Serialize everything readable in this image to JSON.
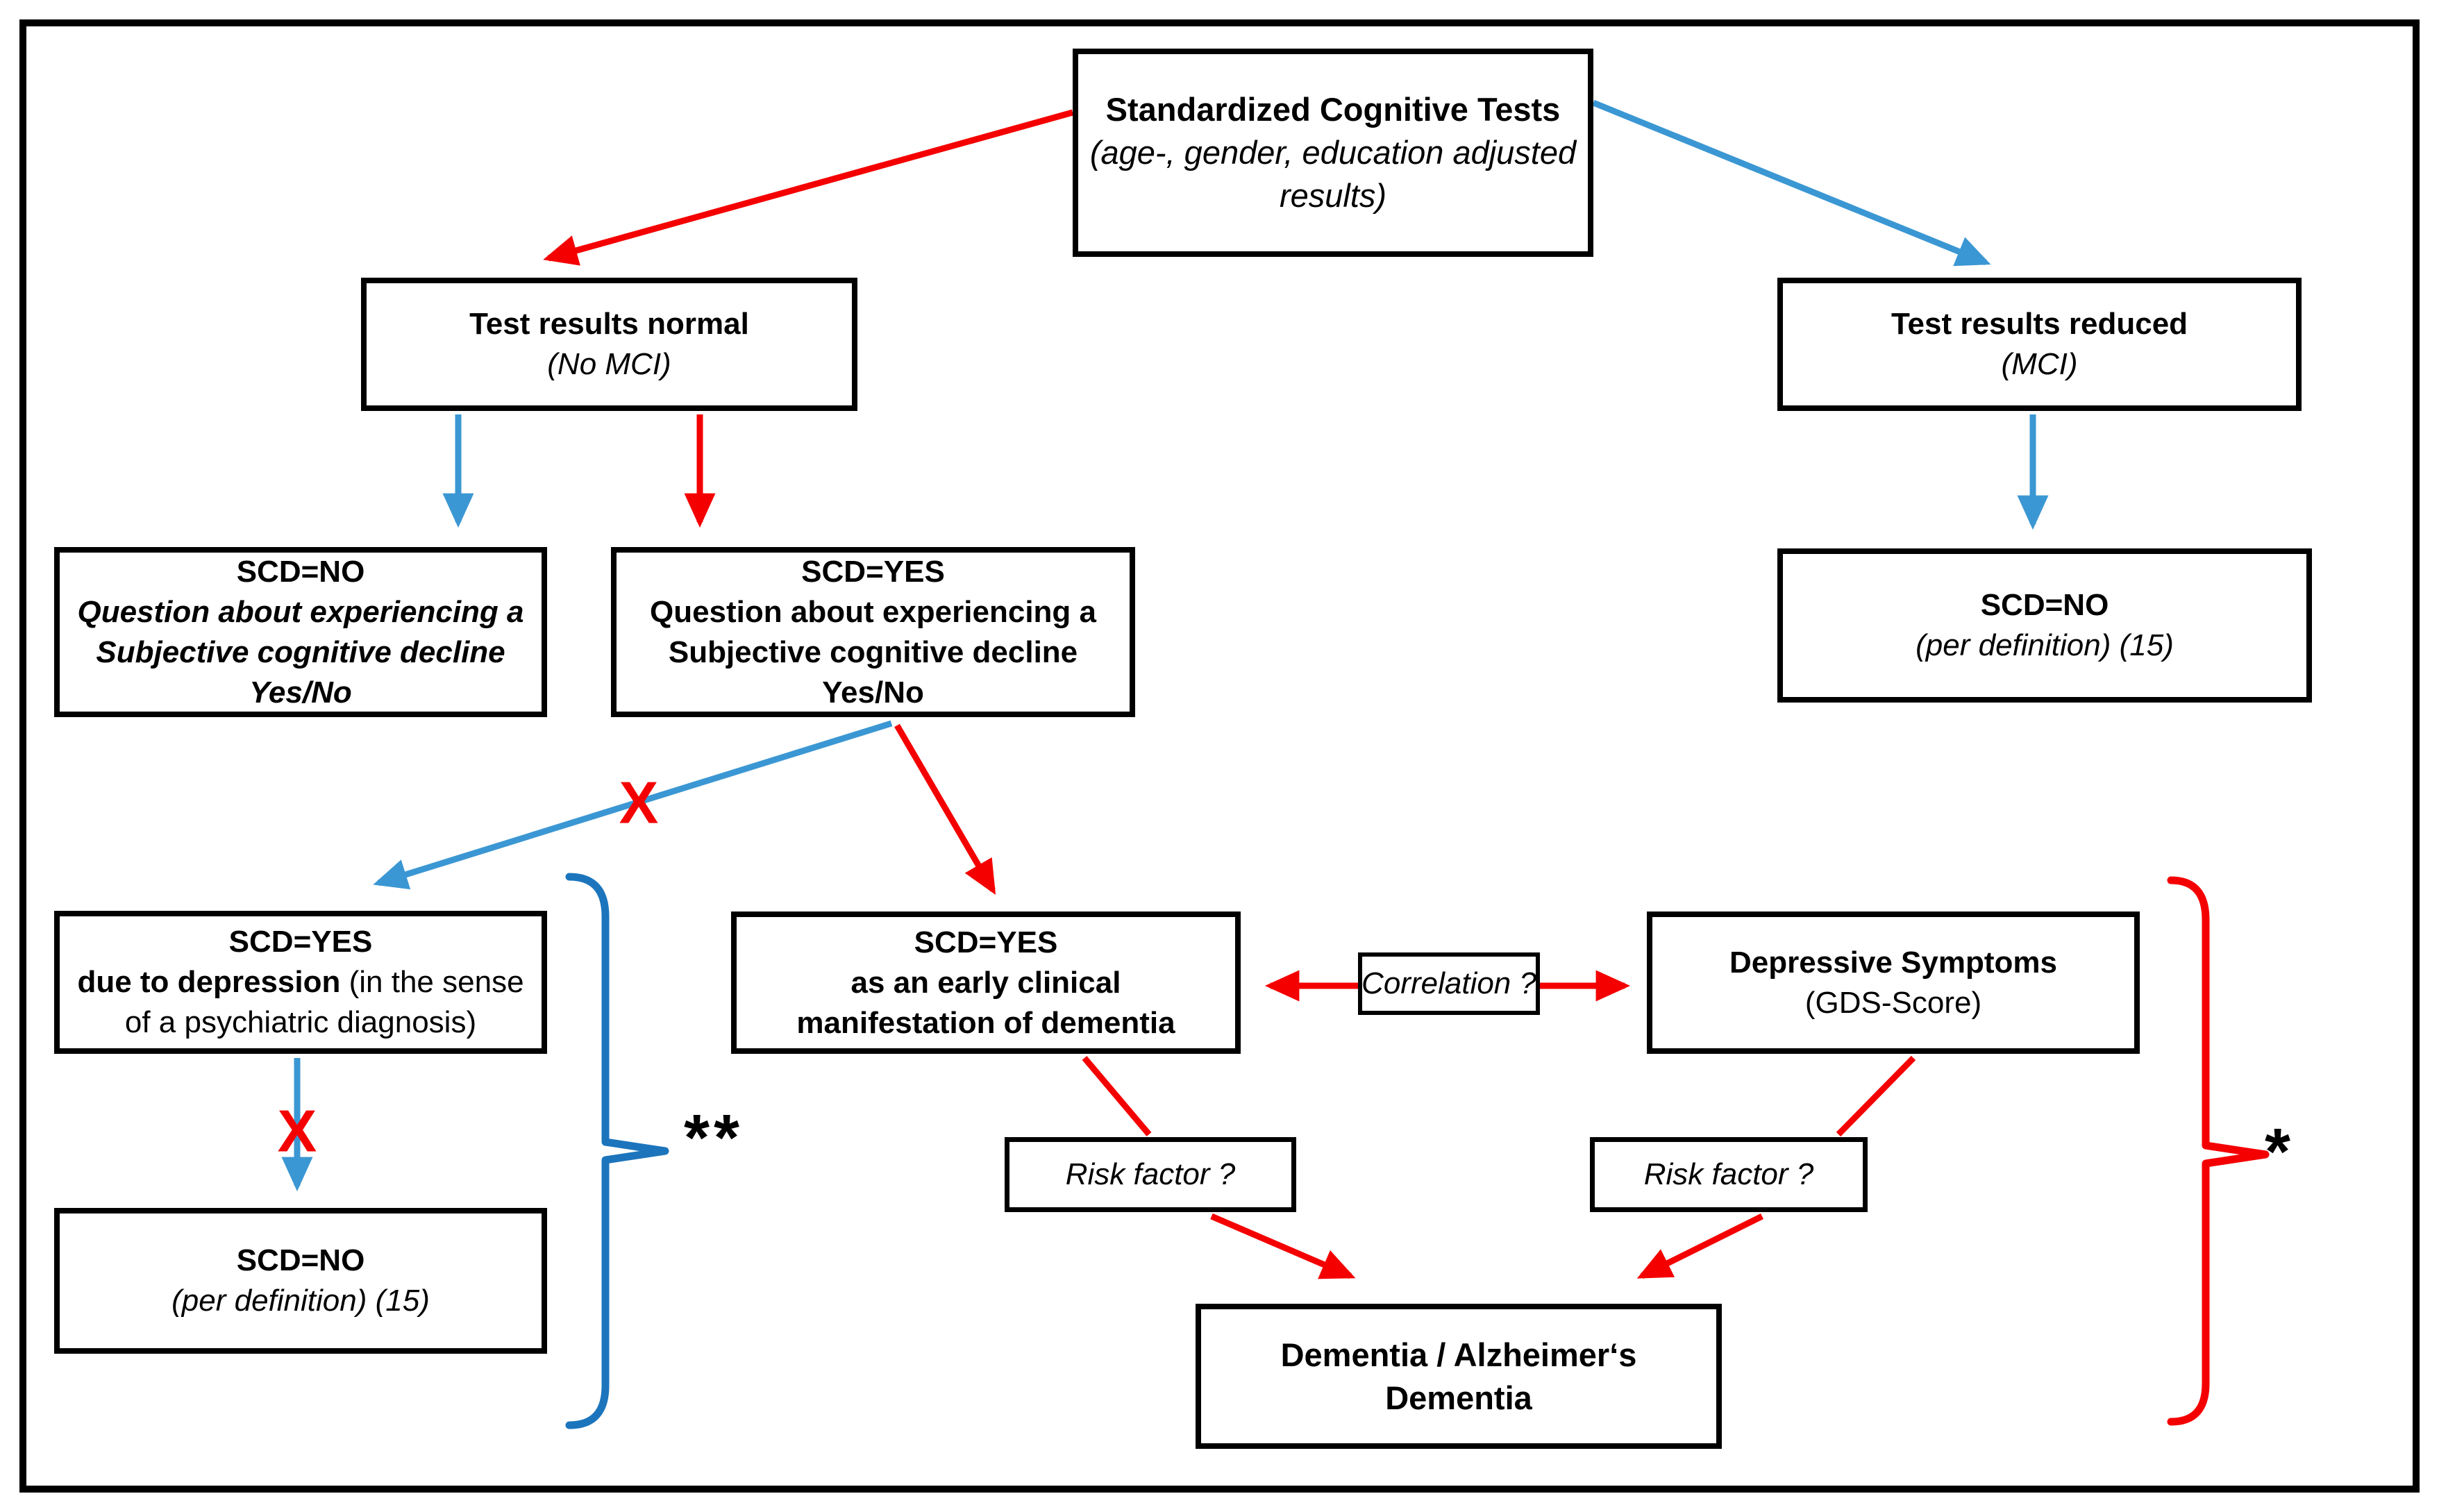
{
  "colors": {
    "red": "#F40000",
    "blue_arrow": "#3B97D3",
    "blue_brace": "#1C75BC",
    "box_border": "#000000",
    "text": "#000000"
  },
  "nodes": {
    "standardized": {
      "title": "Standardized Cognitive Tests",
      "subtitle_line1": "(age-, gender, education adjusted",
      "subtitle_line2": "results)"
    },
    "normal": {
      "title": "Test results normal",
      "subtitle": "(No MCI)"
    },
    "reduced": {
      "title": "Test results reduced",
      "subtitle": "(MCI)"
    },
    "scd_no_question": {
      "title": "SCD=NO",
      "line2": "Question about experiencing a",
      "line3": "Subjective cognitive decline",
      "line4": "Yes/No"
    },
    "scd_yes_question": {
      "title": "SCD=YES",
      "line2": "Question about experiencing a",
      "line3": "Subjective cognitive decline",
      "line4": "Yes/No"
    },
    "scd_no_reduced": {
      "title": "SCD=NO",
      "subtitle": "(per definition) (15)"
    },
    "scd_depression": {
      "title": "SCD=YES",
      "line2_bold": "due to depression",
      "line2_rest": " (in the sense",
      "line3": "of a psychiatric diagnosis)"
    },
    "scd_early": {
      "title": "SCD=YES",
      "line2": "as an early clinical",
      "line3": "manifestation of dementia"
    },
    "correlation": {
      "label": "Correlation ?"
    },
    "depressive": {
      "title": "Depressive Symptoms",
      "subtitle": "(GDS-Score)"
    },
    "risk_left": {
      "label": "Risk factor ?"
    },
    "risk_right": {
      "label": "Risk factor ?"
    },
    "scd_no_depression": {
      "title": "SCD=NO",
      "subtitle": "(per definition) (15)"
    },
    "dementia": {
      "line1": "Dementia / Alzheimer‘s",
      "line2": "Dementia"
    }
  },
  "annotations": {
    "cross_mark": "X",
    "double_asterisk": "**",
    "single_asterisk": "*"
  }
}
